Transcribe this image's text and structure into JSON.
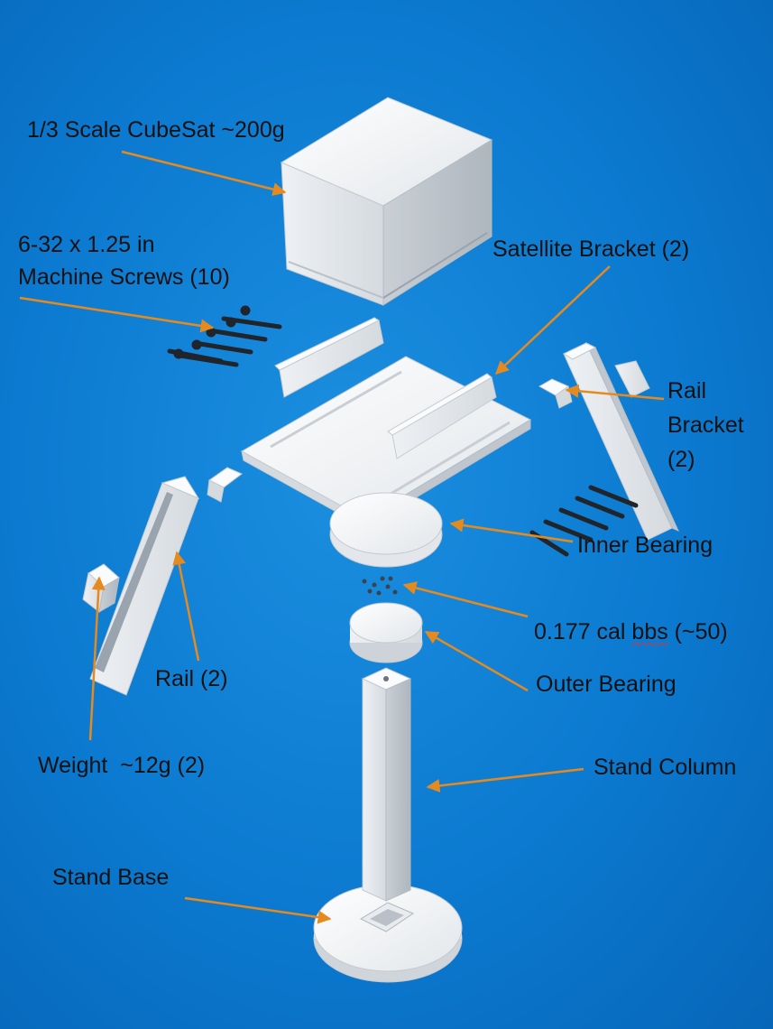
{
  "colors": {
    "background": "#0b7ad0",
    "leader": "#e58a1f",
    "part": "#e6e9ec"
  },
  "labels": {
    "cubesat": "1/3 Scale CubeSat ~200g",
    "screws_line1": "6-32 x 1.25 in",
    "screws_line2": "Machine Screws (10)",
    "sat_bracket": "Satellite Bracket (2)",
    "rail_bracket_line1": "Rail",
    "rail_bracket_line2": "Bracket",
    "rail_bracket_line3": "(2)",
    "inner_bearing": "Inner Bearing",
    "bbs_prefix": "0.177 cal ",
    "bbs_word": "bbs",
    "bbs_suffix": " (~50)",
    "rail": "Rail (2)",
    "outer_bearing": "Outer Bearing",
    "weight": "Weight  ~12g (2)",
    "stand_column": "Stand Column",
    "stand_base": "Stand Base"
  }
}
